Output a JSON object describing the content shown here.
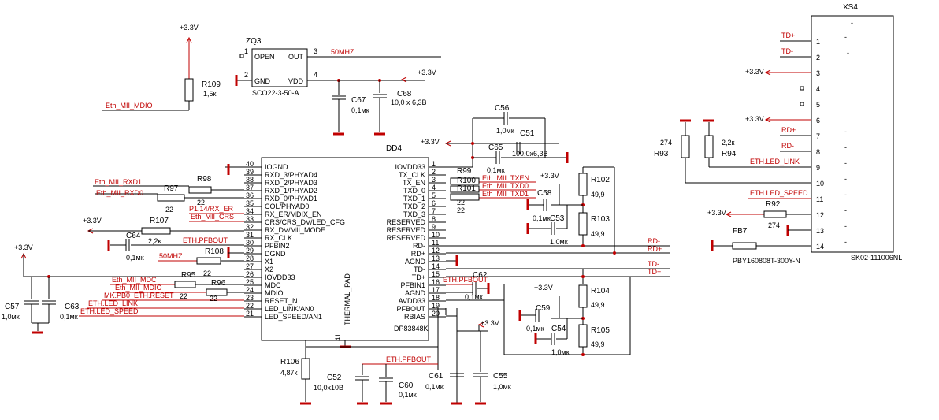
{
  "chip": {
    "name": "DD4",
    "part": "DP83848K",
    "pad": "THERMAL_PAD",
    "pad_pin": "41",
    "left_pins": [
      {
        "num": "40",
        "name": "IOGND"
      },
      {
        "num": "39",
        "name": "RXD_3/PHYAD4"
      },
      {
        "num": "38",
        "name": "RXD_2/PHYAD3"
      },
      {
        "num": "37",
        "name": "RXD_1/PHYAD2"
      },
      {
        "num": "36",
        "name": "RXD_0/PHYAD1"
      },
      {
        "num": "35",
        "name": "COL/PHYAD0"
      },
      {
        "num": "34",
        "name": "RX_ER/MDIX_EN"
      },
      {
        "num": "33",
        "name": "CRS/CRS_DV/LED_CFG"
      },
      {
        "num": "32",
        "name": "RX_DV/MII_MODE"
      },
      {
        "num": "31",
        "name": "RX_CLK"
      },
      {
        "num": "30",
        "name": "PFBIN2"
      },
      {
        "num": "29",
        "name": "DGND"
      },
      {
        "num": "28",
        "name": "X1"
      },
      {
        "num": "27",
        "name": "X2"
      },
      {
        "num": "26",
        "name": "IOVDD33"
      },
      {
        "num": "25",
        "name": "MDC"
      },
      {
        "num": "24",
        "name": "MDIO"
      },
      {
        "num": "23",
        "name": "RESET_N"
      },
      {
        "num": "22",
        "name": "LED_LINK/AN0"
      },
      {
        "num": "21",
        "name": "LED_SPEED/AN1"
      }
    ],
    "right_pins": [
      {
        "num": "1",
        "name": "IOVDD33"
      },
      {
        "num": "2",
        "name": "TX_CLK"
      },
      {
        "num": "3",
        "name": "TX_EN"
      },
      {
        "num": "4",
        "name": "TXD_0"
      },
      {
        "num": "5",
        "name": "TXD_1"
      },
      {
        "num": "6",
        "name": "TXD_2"
      },
      {
        "num": "7",
        "name": "TXD_3"
      },
      {
        "num": "8",
        "name": "RESERVED"
      },
      {
        "num": "9",
        "name": "RESERVED"
      },
      {
        "num": "10",
        "name": "RESERVED"
      },
      {
        "num": "11",
        "name": "RD-"
      },
      {
        "num": "12",
        "name": "RD+"
      },
      {
        "num": "13",
        "name": "AGND"
      },
      {
        "num": "14",
        "name": "TD-"
      },
      {
        "num": "15",
        "name": "TD+"
      },
      {
        "num": "16",
        "name": "PFBIN1"
      },
      {
        "num": "17",
        "name": "AGND"
      },
      {
        "num": "18",
        "name": "AVDD33"
      },
      {
        "num": "19",
        "name": "PFBOUT"
      },
      {
        "num": "20",
        "name": "RBIAS"
      }
    ]
  },
  "osc": {
    "ref": "ZQ3",
    "part": "SCO22-3-50-A",
    "pin1": "1",
    "pin2": "2",
    "pin3": "3",
    "pin4": "4",
    "open": "OPEN",
    "out": "OUT",
    "gnd": "GND",
    "vdd": "VDD",
    "freq_net": "50MHZ"
  },
  "connector": {
    "ref": "XS4",
    "part": "SK02-111006NL",
    "pins": [
      "1",
      "2",
      "3",
      "4",
      "5",
      "6",
      "7",
      "8",
      "9",
      "10",
      "11",
      "12",
      "13",
      "14"
    ],
    "dash": "-"
  },
  "labels": {
    "v33": "+3.3V",
    "eth_mii_mdio": "Eth_MII_MDIO",
    "eth_mii_rxd1": "Eth_MII_RXD1",
    "eth_mii_rxd0": "Eth_MII_RXD0",
    "p114_rx_er": "P1.14/RX_ER",
    "eth_mii_crs": "Eth_MII_CRS",
    "eth_pfbout": "ETH.PFBOUT",
    "mhz50": "50MHZ",
    "eth_mii_mdc": "Eth_MII_MDC",
    "eth_mii_mdio2": "Eth_MII_MDIO",
    "mk_reset": "MK.PB0_ETH.RESET",
    "eth_led_link": "ETH.LED_LINK",
    "eth_led_speed": "ETH.LED_SPEED",
    "eth_mii_txen": "Eth_MII_TXEN",
    "eth_mii_txd0": "Eth_MII_TXD0",
    "eth_mii_txd1": "Eth_MII_TXD1",
    "rd_minus": "RD-",
    "rd_plus": "RD+",
    "td_minus": "TD-",
    "td_plus": "TD+"
  },
  "components": {
    "R109": {
      "ref": "R109",
      "value": "1,5к"
    },
    "C67": {
      "ref": "C67",
      "value": "0,1мк"
    },
    "C68": {
      "ref": "C68",
      "value": "10,0 x 6,3В"
    },
    "C56": {
      "ref": "C56",
      "value": "1,0мк"
    },
    "C51": {
      "ref": "C51",
      "value": "100,0x6,3В"
    },
    "C65": {
      "ref": "C65",
      "value": "0,1мк"
    },
    "R99": {
      "ref": "R99",
      "value": "22"
    },
    "R100": {
      "ref": "R100",
      "value": "22"
    },
    "R101": {
      "ref": "R101",
      "value": "22"
    },
    "R102": {
      "ref": "R102",
      "value": "49,9"
    },
    "R103": {
      "ref": "R103",
      "value": "49,9"
    },
    "C58": {
      "ref": "C58",
      "value": "0,1мк"
    },
    "C53": {
      "ref": "C53",
      "value": "1,0мк"
    },
    "R98": {
      "ref": "R98",
      "value": "22"
    },
    "R97": {
      "ref": "R97",
      "value": "22"
    },
    "R107": {
      "ref": "R107",
      "value": "2,2к"
    },
    "C64": {
      "ref": "C64",
      "value": "0,1мк"
    },
    "R108": {
      "ref": "R108",
      "value": "22"
    },
    "R95": {
      "ref": "R95",
      "value": "22"
    },
    "R96": {
      "ref": "R96",
      "value": "22"
    },
    "C57": {
      "ref": "C57",
      "value": "1,0мк"
    },
    "C63": {
      "ref": "C63",
      "value": "0,1мк"
    },
    "R106": {
      "ref": "R106",
      "value": "4,87к"
    },
    "C52": {
      "ref": "C52",
      "value": "10,0x10В"
    },
    "C60": {
      "ref": "C60",
      "value": "0,1мк"
    },
    "C61": {
      "ref": "C61",
      "value": "0,1мк"
    },
    "C55": {
      "ref": "C55",
      "value": "1,0мк"
    },
    "C62": {
      "ref": "C62",
      "value": "0,1мк"
    },
    "R104": {
      "ref": "R104",
      "value": "49,9"
    },
    "R105": {
      "ref": "R105",
      "value": "49,9"
    },
    "C59": {
      "ref": "C59",
      "value": "0,1мк"
    },
    "C54": {
      "ref": "C54",
      "value": "1,0мк"
    },
    "R93": {
      "ref": "R93",
      "value": "274"
    },
    "R94": {
      "ref": "R94",
      "value": "2,2к"
    },
    "R92": {
      "ref": "R92",
      "value": "274"
    },
    "FB7": {
      "ref": "FB7",
      "value": "PBY160808T-300Y-N"
    }
  }
}
